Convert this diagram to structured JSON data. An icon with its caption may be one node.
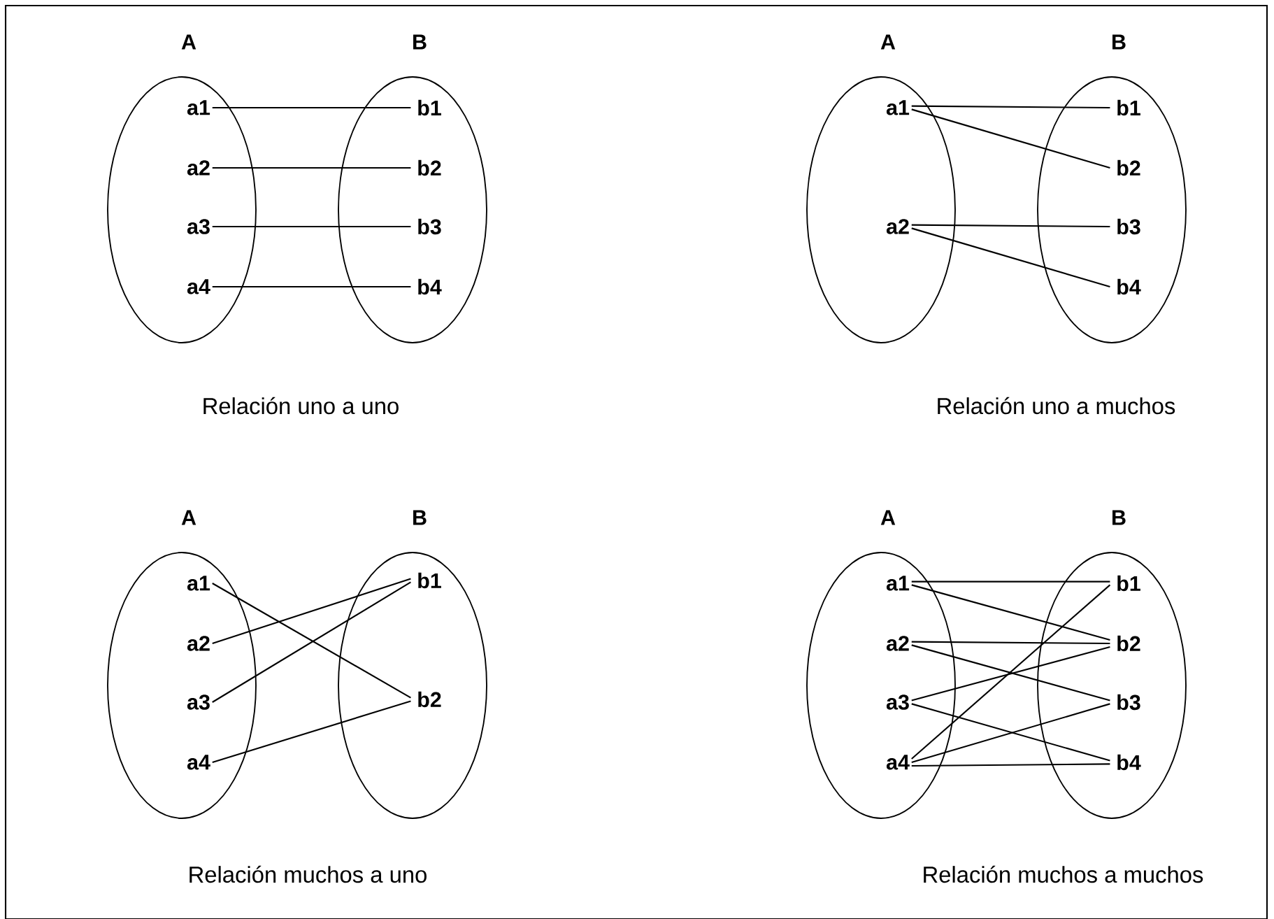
{
  "diagram": {
    "nodes": [
      {
        "text": [
          "A"
        ]
      },
      {
        "text": [
          "a1"
        ],
        "in": 0
      },
      {
        "text": [
          "a2"
        ],
        "in": 0
      },
      {
        "text": [
          "a3"
        ],
        "in": 0
      },
      {
        "text": [
          "a4"
        ],
        "in": 0
      },
      {
        "text": [
          "B"
        ]
      },
      {
        "text": [
          "b1"
        ],
        "in": 5
      },
      {
        "text": [
          "b2"
        ],
        "in": 5
      },
      {
        "text": [
          "b3"
        ],
        "in": 5
      },
      {
        "text": [
          "b4"
        ],
        "in": 5
      },
      {
        "text": [
          "A"
        ]
      },
      {
        "text": [
          "a1"
        ],
        "in": 10
      },
      {
        "text": [
          "a2"
        ],
        "in": 10
      },
      {
        "text": [
          "B"
        ]
      },
      {
        "text": [
          "b1"
        ],
        "in": 13
      },
      {
        "text": [
          "b2"
        ],
        "in": 13
      },
      {
        "text": [
          "b3"
        ],
        "in": 13
      },
      {
        "text": [
          "b4"
        ],
        "in": 13
      },
      {
        "text": [
          "A"
        ]
      },
      {
        "text": [
          "a1"
        ],
        "in": 18
      },
      {
        "text": [
          "a2"
        ],
        "in": 18
      },
      {
        "text": [
          "a3"
        ],
        "in": 18
      },
      {
        "text": [
          "a4"
        ],
        "in": 18
      },
      {
        "text": [
          "B"
        ]
      },
      {
        "text": [
          "b1"
        ],
        "in": 23
      },
      {
        "text": [
          "b2"
        ],
        "in": 23
      },
      {
        "text": [
          "A"
        ]
      },
      {
        "text": [
          "a1"
        ],
        "in": 26
      },
      {
        "text": [
          "a2"
        ],
        "in": 26
      },
      {
        "text": [
          "a3"
        ],
        "in": 26
      },
      {
        "text": [
          "a4"
        ],
        "in": 26
      },
      {
        "text": [
          "B"
        ]
      },
      {
        "text": [
          "b1"
        ],
        "in": 31
      },
      {
        "text": [
          "b2"
        ],
        "in": 31
      },
      {
        "text": [
          "b3"
        ],
        "in": 31
      },
      {
        "text": [
          "b4"
        ],
        "in": 31
      }
    ],
    "edges": [
      {
        "from": 1,
        "to": 6,
        "arrow": "none"
      },
      {
        "from": 2,
        "to": 7,
        "arrow": "none"
      },
      {
        "from": 3,
        "to": 8,
        "arrow": "none"
      },
      {
        "from": 4,
        "to": 9,
        "arrow": "none"
      },
      {
        "from": 11,
        "to": 14,
        "arrow": "none"
      },
      {
        "from": 11,
        "to": 15,
        "arrow": "none"
      },
      {
        "from": 12,
        "to": 16,
        "arrow": "none"
      },
      {
        "from": 12,
        "to": 17,
        "arrow": "none"
      },
      {
        "from": 19,
        "to": 25,
        "arrow": "none"
      },
      {
        "from": 20,
        "to": 24,
        "arrow": "none"
      },
      {
        "from": 21,
        "to": 24,
        "arrow": "none"
      },
      {
        "from": 22,
        "to": 25,
        "arrow": "none"
      },
      {
        "from": 27,
        "to": 32,
        "arrow": "none"
      },
      {
        "from": 27,
        "to": 33,
        "arrow": "none"
      },
      {
        "from": 28,
        "to": 33,
        "arrow": "none"
      },
      {
        "from": 28,
        "to": 34,
        "arrow": "none"
      },
      {
        "from": 29,
        "to": 33,
        "arrow": "none"
      },
      {
        "from": 29,
        "to": 35,
        "arrow": "none"
      },
      {
        "from": 30,
        "to": 32,
        "arrow": "none"
      },
      {
        "from": 30,
        "to": 34,
        "arrow": "none"
      },
      {
        "from": 30,
        "to": 35,
        "arrow": "none"
      }
    ],
    "labels": [
      "Relación uno a uno",
      "Relación uno a muchos",
      "Relación muchos a uno",
      "Relación muchos a muchos"
    ]
  }
}
